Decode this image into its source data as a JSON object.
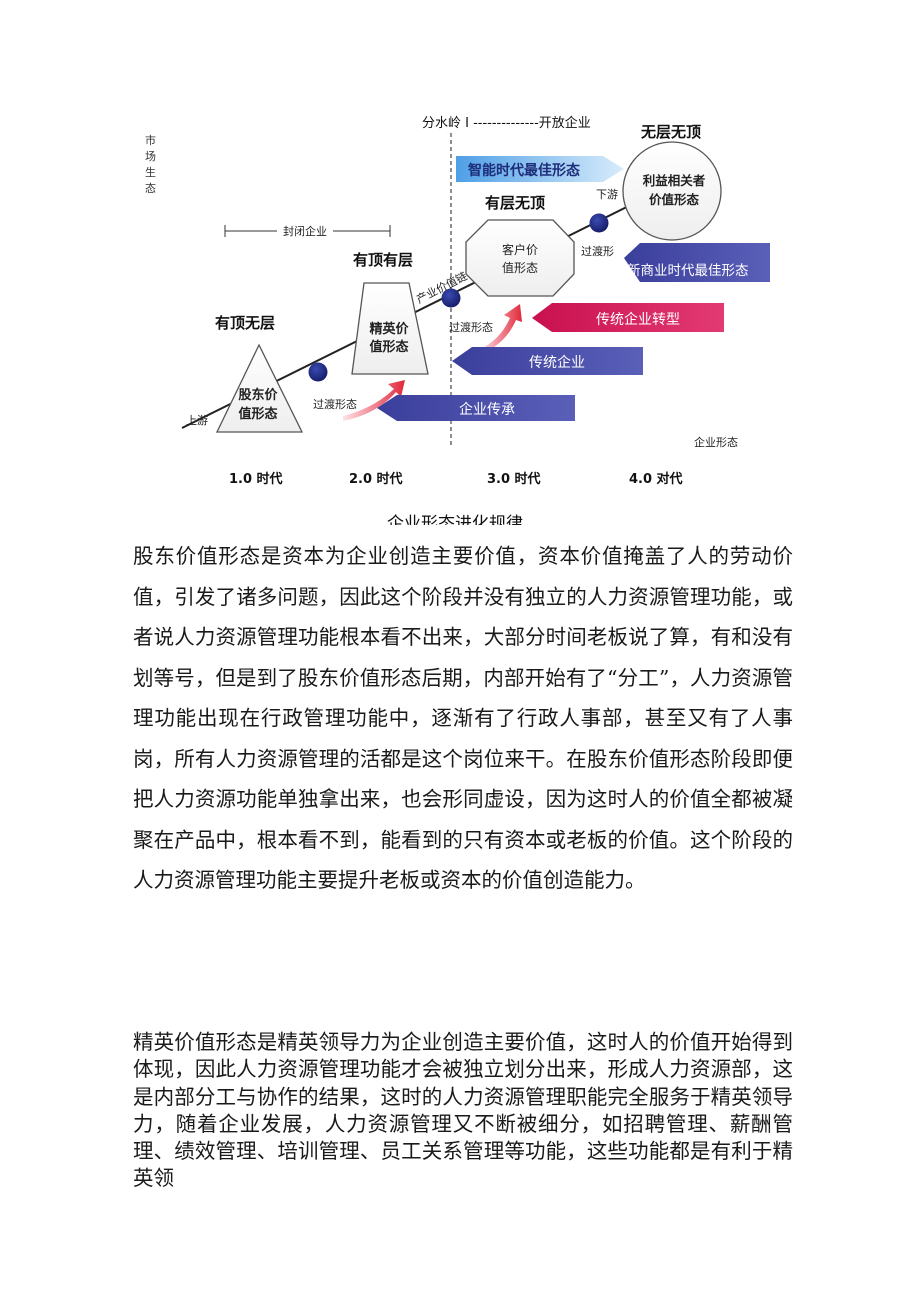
{
  "diagram": {
    "market_ecology": "市场生态",
    "watershed": "分水岭 I --------------开放企业",
    "closed_enterprise": "封闭企业",
    "forms": [
      {
        "top_label": "有顶无层",
        "l1": "股东价",
        "l2": "值形态"
      },
      {
        "top_label": "有顶有层",
        "l1": "精英价",
        "l2": "值形态"
      },
      {
        "top_label": "有层无顶",
        "l1": "客户价",
        "l2": "值形态"
      },
      {
        "top_label": "无层无顶",
        "l1": "利益相关者",
        "l2": "价值形态"
      }
    ],
    "upstream": "上游",
    "downstream": "下游",
    "industry_chain": "产业价值链",
    "transition": "过渡形态",
    "transition_short": "过渡形",
    "arrows": {
      "smart_era": "智能时代最佳形态",
      "new_business": "新商业时代最佳形态",
      "traditional_transform": "传统企业转型",
      "traditional": "传统企业",
      "inheritance": "企业传承"
    },
    "enterprise_form": "企业形态",
    "eras": [
      "1.0 时代",
      "2.0 时代",
      "3.0 时代",
      "4.0 对代"
    ],
    "caption": "企业形态进化规律",
    "colors": {
      "blue": "#3b3f9c",
      "crimson": "#d6145a",
      "light_blue": "#5aa6e8",
      "dot": "#1a237e"
    }
  },
  "paragraphs": [
    "股东价值形态是资本为企业创造主要价值，资本价值掩盖了人的劳动价值，引发了诸多问题，因此这个阶段并没有独立的人力资源管理功能，或者说人力资源管理功能根本看不出来，大部分时间老板说了算，有和没有划等号，但是到了股东价值形态后期，内部开始有了“分工”，人力资源管理功能出现在行政管理功能中，逐渐有了行政人事部，甚至又有了人事岗，所有人力资源管理的活都是这个岗位来干。在股东价值形态阶段即便把人力资源功能单独拿出来，也会形同虚设，因为这时人的价值全都被凝聚在产品中，根本看不到，能看到的只有资本或老板的价值。这个阶段的人力资源管理功能主要提升老板或资本的价值创造能力。",
    "精英价值形态是精英领导力为企业创造主要价值，这时人的价值开始得到体现，因此人力资源管理功能才会被独立划分出来，形成人力资源部，这是内部分工与协作的结果，这时的人力资源管理职能完全服务于精英领导力，随着企业发展，人力资源管理又不断被细分，如招聘管理、薪酬管理、绩效管理、培训管理、员工关系管理等功能，这些功能都是有利于精英领"
  ]
}
